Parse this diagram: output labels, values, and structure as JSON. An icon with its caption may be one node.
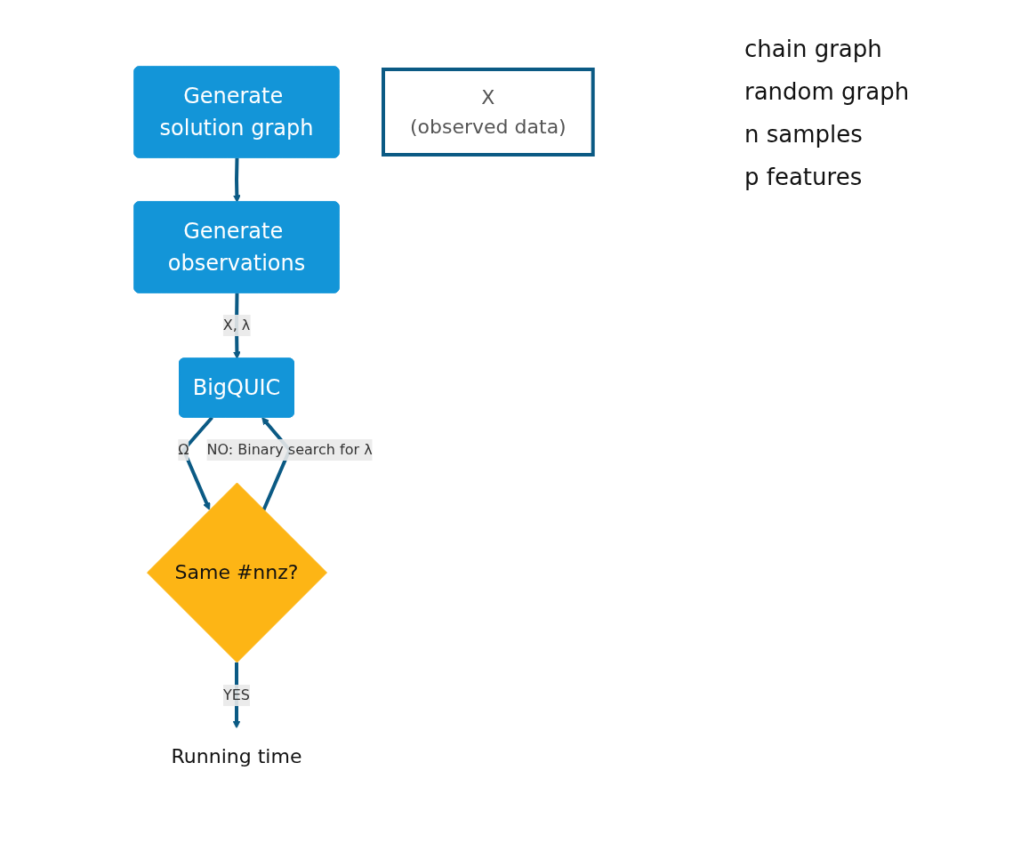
{
  "diagram": {
    "nodes": [
      {
        "text": [
          "Generate solution graph"
        ]
      },
      {
        "text": [
          "Generate observations"
        ]
      },
      {
        "text": [
          "BigQUIC"
        ]
      },
      {
        "text": [
          "Same #nnz?"
        ]
      },
      {
        "text": [
          "Running time"
        ]
      },
      {
        "text": [
          "X",
          "(observed data)"
        ]
      }
    ],
    "edges": [
      {
        "from": 0,
        "to": 1,
        "arrow": "to"
      },
      {
        "from": 1,
        "to": 2,
        "arrow": "to",
        "label": "X, λ"
      },
      {
        "from": 2,
        "to": 3,
        "arrow": "to",
        "label": "Ω"
      },
      {
        "from": 3,
        "to": 2,
        "arrow": "to",
        "label": "NO: Binary search for λ"
      },
      {
        "from": 3,
        "to": 4,
        "arrow": "to",
        "label": "YES"
      }
    ],
    "labels": [
      "chain graph",
      "random graph",
      "n samples",
      "p features"
    ]
  }
}
